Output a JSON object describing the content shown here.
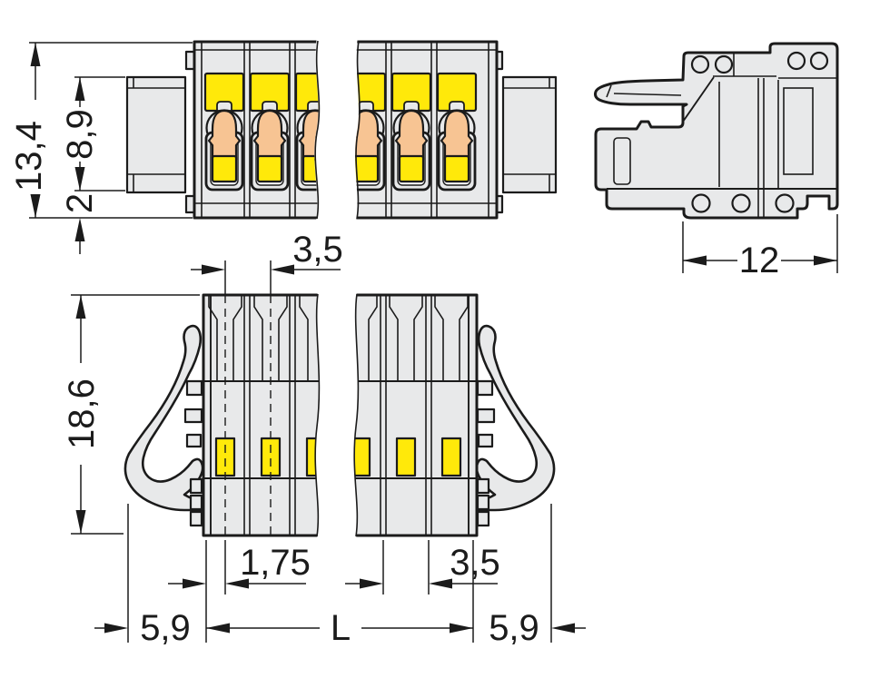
{
  "dimensions": {
    "total_height": "13,4",
    "flange_height": "8,9",
    "bottom_offset": "2",
    "depth": "12",
    "pole_pitch": "3,5",
    "housing_height": "18,6",
    "edge_to_pole_center": "1,75",
    "last_pole_pitch": "3,5",
    "flange_protrusion_left": "5,9",
    "total_length": "L",
    "flange_protrusion_right": "5,9"
  },
  "colors": {
    "line": "#1b1b1b",
    "housing_gray": "#e8e9ea",
    "button_yellow": "#ffe90a",
    "lever_orange": "#f7c493",
    "background": "#ffffff"
  }
}
